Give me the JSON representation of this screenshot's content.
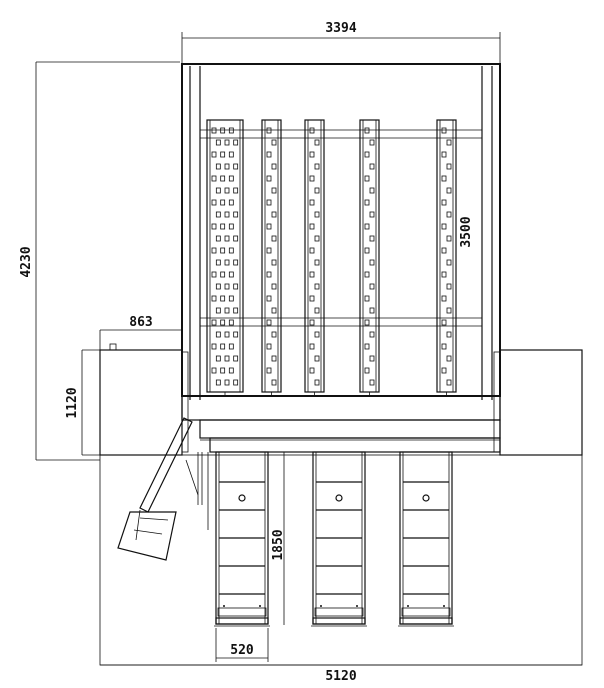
{
  "dimensions": {
    "overall_width_top": "3394",
    "overall_height_left": "4230",
    "inner_height": "3500",
    "side_unit_width": "863",
    "side_unit_height": "1120",
    "ramp_length": "1850",
    "ramp_width": "520",
    "overall_width_bottom": "5120"
  }
}
